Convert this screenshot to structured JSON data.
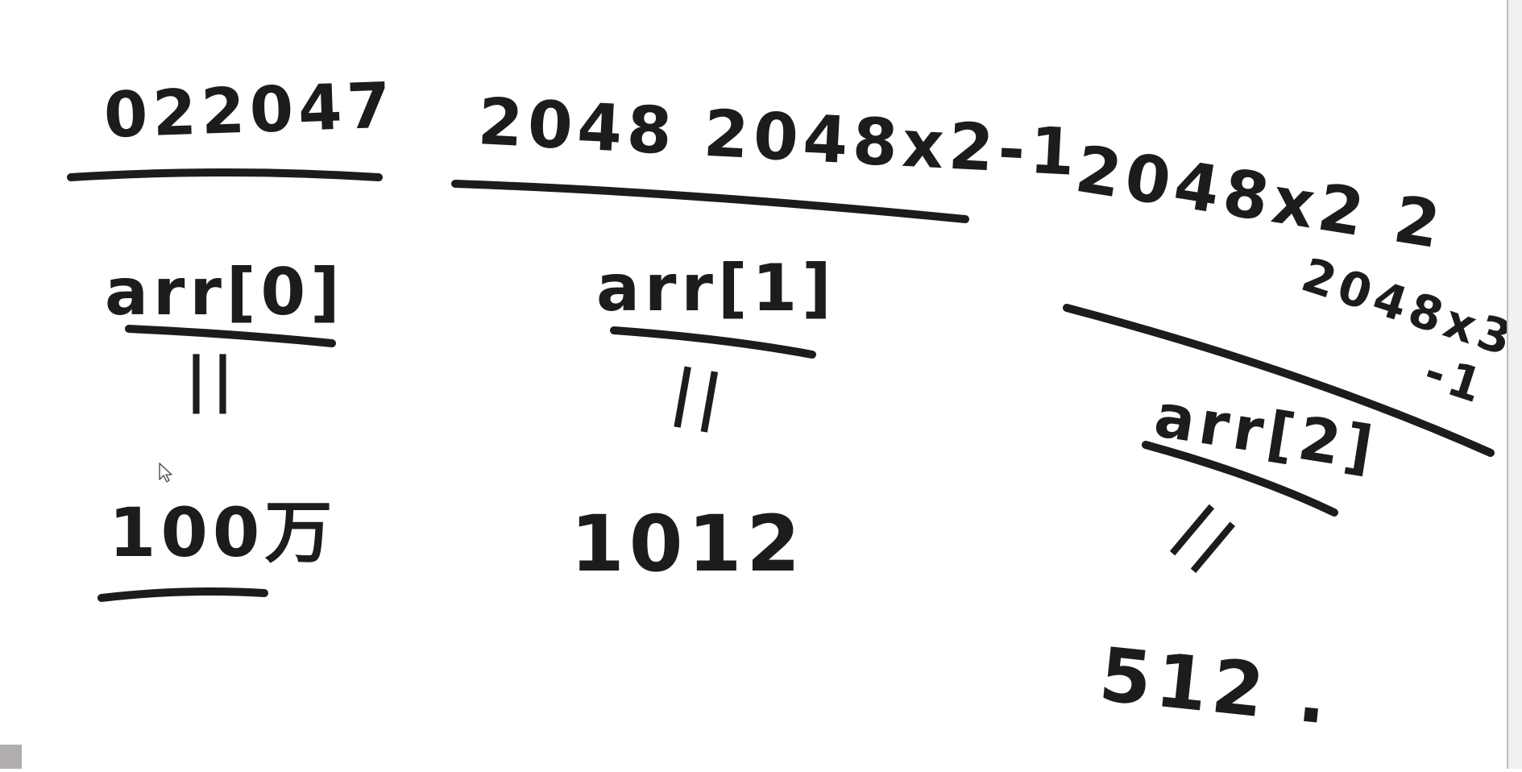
{
  "whiteboard": {
    "columns": [
      {
        "header": "022047",
        "label": "arr[0]",
        "relation": "||",
        "result": "100万"
      },
      {
        "header": "2048 2048x2-1",
        "label": "arr[1]",
        "relation": "||",
        "result": "1012"
      },
      {
        "header_line1": "2048x2 2",
        "header_line2": "2048x3",
        "header_line3": "-1",
        "label": "arr[2]",
        "relation": "||",
        "result": "512 ."
      }
    ]
  },
  "colors": {
    "ink": "#1c1c1c",
    "background": "#ffffff"
  },
  "icons": {
    "cursor": "mouse-pointer-icon"
  }
}
